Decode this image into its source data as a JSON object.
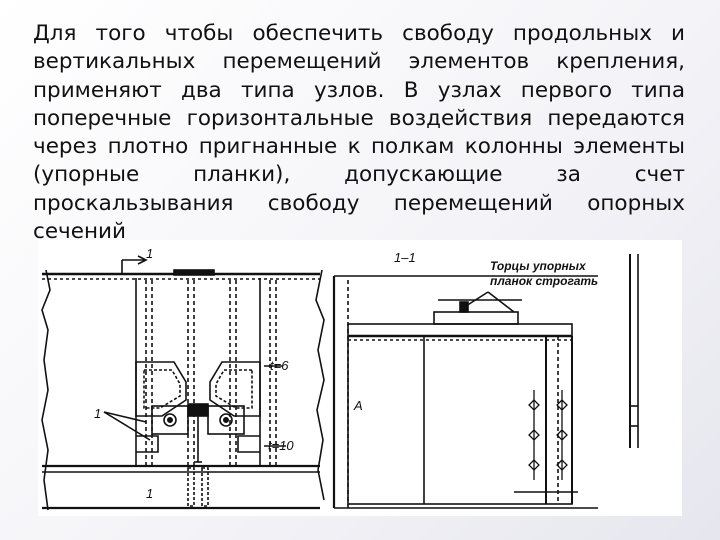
{
  "slide": {
    "text_lines": [
      "Для того чтобы обеспечить свободу продольных и",
      "вертикальных перемещений элементов крепления,",
      "применяют два типа узлов. В узлах первого типа",
      "поперечные горизонтальные воздействия передаются",
      "через плотно пригнанные к полкам колонны элементы",
      "(упорные планки), допускающие за счет",
      "проскальзывания свободу перемещений опорных",
      "сечений"
    ]
  },
  "figure": {
    "labels": {
      "section_top": "1",
      "section_bottom": "1",
      "thickness_a": "t=6",
      "thickness_b": "t=10",
      "callout": "1",
      "section_title": "1–1",
      "note_line1": "Торцы упорных",
      "note_line2": "планок строгать",
      "zone": "A"
    }
  }
}
